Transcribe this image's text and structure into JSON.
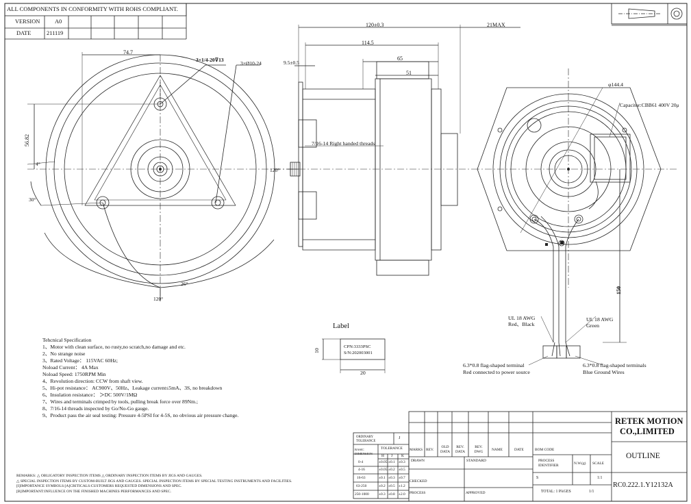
{
  "header": {
    "rohs": "ALL COMPONENTS IN CONFORMITY WITH ROHS COMPLIANT.",
    "version_label": "VERSION",
    "version_value": "A0",
    "date_label": "DATE",
    "date_value": "211119"
  },
  "front_view": {
    "dim_74_7": "74.7",
    "dim_thread": "3×1/4-20⊽13",
    "dim_holes": "3×Ø10-24",
    "dim_56_82": "56.82",
    "angle_4": "4°",
    "angle_30": "30°",
    "angle_26": "26°",
    "angle_120_bottom": "120°",
    "angle_120_right": "120°"
  },
  "side_view": {
    "dim_120": "120±0.3",
    "dim_21max": "21MAX",
    "dim_114_5": "114.5",
    "dim_65": "65",
    "dim_51": "51",
    "dim_9_5": "9.5±0.5",
    "thread_note": "7/16-14 Right handed threads"
  },
  "rear_view": {
    "diameter": "φ144.4",
    "capacitor": "Capacitor:CBB61 400V 20μ",
    "lead_length": "150",
    "wire_left_1": "UL 18 AWG",
    "wire_left_2": "Red、Black",
    "wire_right_1": "UL 18 AWG",
    "wire_right_2": "Green",
    "term_left_1": "6.3*0.8  flag-shaped terminal",
    "term_left_2": "Red connected to power source",
    "term_right_1": "6.3*0.8 flag-shaped terminals",
    "term_right_2": "Blue Ground Wires"
  },
  "label_block": {
    "title": "Label",
    "line1": "CPN:3333PSC",
    "line2": "S/N:202003001",
    "width": "20",
    "height": "10"
  },
  "spec": {
    "title": "Tehcnical Specification",
    "lines": [
      "1、Motor with clean surface, no rusty,no scratch,no damage and etc.",
      "2、No strange noise",
      "3、Rated Voltage： 115VAC 60Hz;",
      "    Noload Current： 4A Max",
      "    Noload Speed: 1750RPM Min",
      "4、Revolution direction: CCW from shaft view.",
      "5、Hi-pot resistance： AC900V、50Hz、Leakage current≤5mA、3S, no breakdown",
      "6、Insulation resistance： ＞DC 500V/1MΩ",
      "7、Wires and terminals crimped by tools, pulling break force over 89Nm.;",
      "8、7/16-14 threads inspected by Go/No-Go gauge.",
      "9、Product pass the air seal testing: Pressure 4-5PSI for 4-5S, no obvious air pressure change."
    ]
  },
  "remarks": {
    "line1": "REMARKS:  △ OBLIGATORY INSPECTION ITEMS △ ORDINARY INSPECTION ITEMS BY JIGS AND GAUGES.",
    "line2": "△ SPECIAL INSPECTION ITEMS BY CUSTOM-BUILT JIGS AND GAUGES.  SPECIAL INSPECTION ITEMS BY SPECIAL TESTING INSTRUMENTS AND FACILITIES.",
    "line3": "[I]IMPORTANCE SYMBOLS:[A]CRITICALS:CUSTOMERS REQUESTED DIMENSIONS AND SPEC.",
    "line4": "[B]IMPORTANT:INFLUENCE ON THE FINISHED MACHINES PERFORMANCES AND SPEC."
  },
  "tolerance": {
    "ordinary": "ORDINARY TOLERANCE",
    "ordinary_val": "J",
    "basic": "BASIC DIMENSION",
    "tol": "TOLERANCE",
    "cols": [
      "H",
      "J",
      "K"
    ],
    "rows": [
      [
        "0-4",
        "±0.05",
        "±0.1",
        "±0.3"
      ],
      [
        "4-16",
        "±0.05",
        "±0.2",
        "±0.5"
      ],
      [
        "16-63",
        "±0.1",
        "±0.3",
        "±0.7"
      ],
      [
        "63-250",
        "±0.2",
        "±0.5",
        "±1.2"
      ],
      [
        "250-1000",
        "±0.3",
        "±0.8",
        "±2.0"
      ]
    ]
  },
  "title_block": {
    "marks": "MARKS",
    "rev": "REV.",
    "old_data": "OLD DATA",
    "rev_data": "REV. DATA",
    "rev_dwg": "REV. DWG",
    "name": "NAME",
    "date": "DATE",
    "drawn": "DRAWN",
    "standard": "STANDARD",
    "checked": "CHECKED",
    "process": "PROCESS",
    "approved": "APPROVED",
    "bom_code": "BOM CODE",
    "process_identifier": "PROCESS IDENTIFIER",
    "nw": "N.W.(g)",
    "scale_label": "SCALE",
    "scale_value": "1:1",
    "s": "S",
    "total_pages": "TOTAL: 1 PAGES",
    "page_no": "1/1",
    "company_1": "RETEK MOTION",
    "company_2": "CO.,LIMITED",
    "doc_title": "OUTLINE",
    "drawing_no": "RC0.222.1.Y12132A"
  }
}
